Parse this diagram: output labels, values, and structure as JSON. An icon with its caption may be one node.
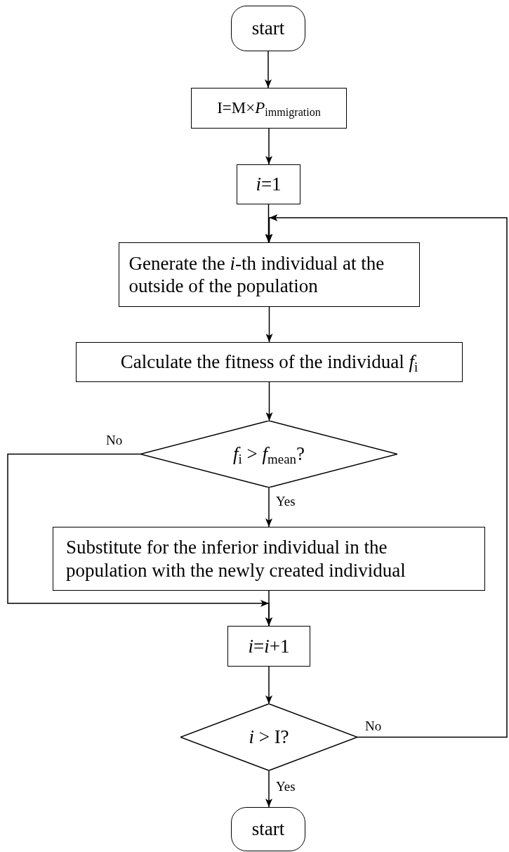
{
  "diagram": {
    "nodes": [
      {
        "text": [
          "start"
        ]
      },
      {
        "text": [
          "I=M×*P*$_{immigration}$"
        ]
      },
      {
        "text": [
          "*i*=1"
        ]
      },
      {
        "text": [
          "Generate the *i*-th individual at the outside of the population"
        ]
      },
      {
        "text": [
          "Calculate the fitness of the individual *f*$_{i}$"
        ]
      },
      {
        "text": [
          "*f*$_{i}$ > *f*$_{mean}$?"
        ]
      },
      {
        "text": [
          "Substitute for the inferior individual in the population with the newly created individual"
        ]
      },
      {
        "text": [
          "*i*=*i*+1"
        ]
      },
      {
        "text": [
          "*i* > I?"
        ]
      },
      {
        "text": [
          "start"
        ]
      }
    ],
    "edges": [
      {
        "from": 0,
        "to": 1,
        "arrow": "to"
      },
      {
        "from": 1,
        "to": 2,
        "arrow": "to"
      },
      {
        "from": 2,
        "to": 3,
        "arrow": "to"
      },
      {
        "from": 3,
        "to": 4,
        "arrow": "to"
      },
      {
        "from": 4,
        "to": 5,
        "arrow": "to"
      },
      {
        "from": 5,
        "to": 6,
        "arrow": "to",
        "label": "Yes"
      },
      {
        "from": 5,
        "to": 7,
        "arrow": "to",
        "label": "No"
      },
      {
        "from": 6,
        "to": 7,
        "arrow": "to"
      },
      {
        "from": 7,
        "to": 8,
        "arrow": "to"
      },
      {
        "from": 8,
        "to": 9,
        "arrow": "to",
        "label": "Yes"
      },
      {
        "from": 8,
        "to": 3,
        "arrow": "to",
        "label": "No"
      }
    ]
  }
}
